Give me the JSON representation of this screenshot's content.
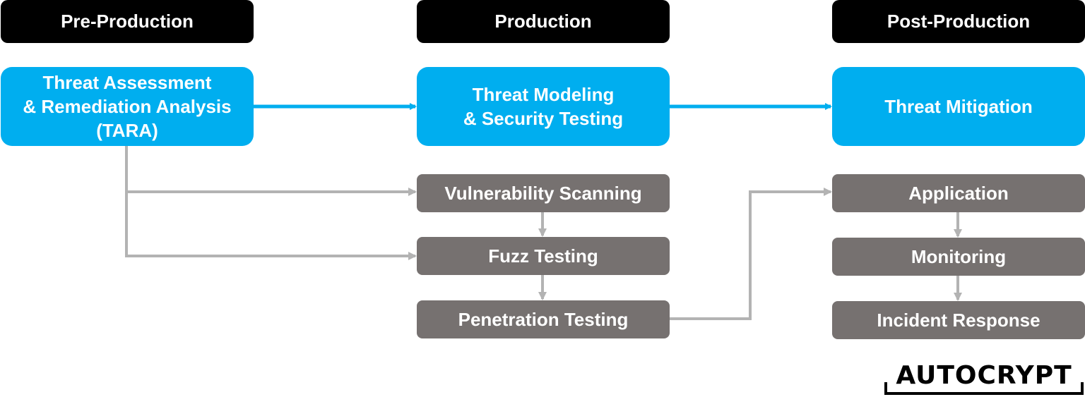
{
  "headers": {
    "pre_production": "Pre-Production",
    "production": "Production",
    "post_production": "Post-Production"
  },
  "stages": {
    "tara": "Threat Assessment\n& Remediation Analysis\n(TARA)",
    "threat_modeling": "Threat Modeling\n& Security Testing",
    "threat_mitigation": "Threat Mitigation"
  },
  "production_steps": [
    "Vulnerability Scanning",
    "Fuzz Testing",
    "Penetration Testing"
  ],
  "post_production_steps": [
    "Application",
    "Monitoring",
    "Incident Response"
  ],
  "logo": {
    "text": "AUTOCRYPT"
  },
  "colors": {
    "header": "#000000",
    "stage": "#00aeef",
    "step": "#767170",
    "connector_gray": "#b3b3b3",
    "connector_blue": "#00aeef"
  }
}
